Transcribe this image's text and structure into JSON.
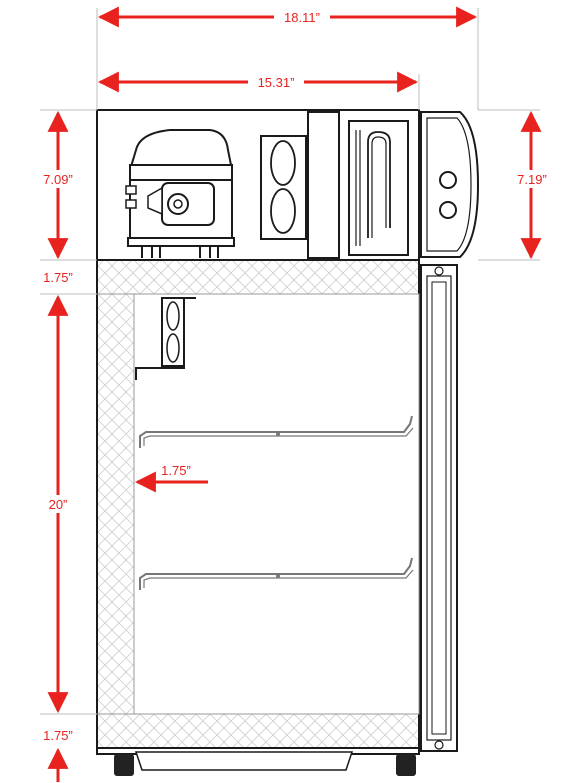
{
  "diagram": {
    "colors": {
      "dimension": "#e8231f",
      "outline": "#1a1a1a",
      "insulation": "#c8c8c8",
      "panel": "#ffffff"
    },
    "dimensions": {
      "total_width": "18.11”",
      "cabinet_width": "15.31”",
      "machine_height_left": "7.09”",
      "machine_height_right": "7.19”",
      "top_insulation": "1.75”",
      "interior_height": "20”",
      "side_insulation": "1.75”",
      "bottom_insulation": "1.75”"
    },
    "components": [
      "compressor-icon",
      "condenser-fan-icon",
      "evaporator-coil-icon",
      "control-knob-icon",
      "interior-fan-icon",
      "wire-shelf-icon",
      "glass-door-icon",
      "caster-icon"
    ]
  }
}
